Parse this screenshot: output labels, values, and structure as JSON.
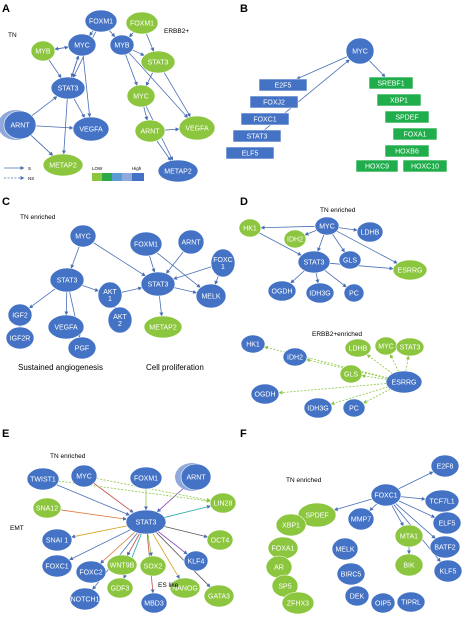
{
  "palette": {
    "blue": "#4472c4",
    "blue_light": "#8fa9dc",
    "green": "#8cc63f",
    "green_dark": "#1fae4b",
    "edge": "#4a6fb5",
    "edge_green": "#8cc63f"
  },
  "panels": [
    {
      "label": "A",
      "annotations": [
        {
          "id": "tn",
          "text": "TN"
        },
        {
          "id": "erbb2",
          "text": "ERBB2+"
        },
        {
          "id": "s",
          "text": "S"
        },
        {
          "id": "ns",
          "text": "NS"
        },
        {
          "id": "low",
          "text": "LOW"
        },
        {
          "id": "high",
          "text": "High"
        }
      ],
      "nodes": [
        {
          "id": "A_myb1",
          "label": "MYB",
          "color": "green"
        },
        {
          "id": "A_foxm1a",
          "label": "FOXM1",
          "color": "blue"
        },
        {
          "id": "A_myc1",
          "label": "MYC",
          "color": "blue"
        },
        {
          "id": "A_stat3a",
          "label": "STAT3",
          "color": "blue"
        },
        {
          "id": "A_arnt1",
          "label": "ARNT",
          "color": "blue"
        },
        {
          "id": "A_vegfa1",
          "label": "VEGFA",
          "color": "blue"
        },
        {
          "id": "A_metap2a",
          "label": "METAP2",
          "color": "green"
        },
        {
          "id": "A_foxm1b",
          "label": "FOXM1",
          "color": "green"
        },
        {
          "id": "A_myb2",
          "label": "MYB",
          "color": "blue"
        },
        {
          "id": "A_stat3b",
          "label": "STAT3",
          "color": "green"
        },
        {
          "id": "A_myc2",
          "label": "MYC",
          "color": "green"
        },
        {
          "id": "A_arnt2",
          "label": "ARNT",
          "color": "green"
        },
        {
          "id": "A_vegfa2",
          "label": "VEGFA",
          "color": "green"
        },
        {
          "id": "A_metap2b",
          "label": "METAP2",
          "color": "blue"
        }
      ]
    },
    {
      "label": "B",
      "nodes": [
        {
          "id": "B_myc",
          "label": "MYC",
          "color": "blue"
        },
        {
          "id": "B_e2f5",
          "label": "E2F5",
          "color": "blue"
        },
        {
          "id": "B_foxj2",
          "label": "FOXJ2",
          "color": "blue"
        },
        {
          "id": "B_foxc1",
          "label": "FOXC1",
          "color": "blue"
        },
        {
          "id": "B_stat3",
          "label": "STAT3",
          "color": "blue"
        },
        {
          "id": "B_elf5",
          "label": "ELF5",
          "color": "blue"
        },
        {
          "id": "B_srebf1",
          "label": "SREBF1",
          "color": "green_dark"
        },
        {
          "id": "B_xbp1",
          "label": "XBP1",
          "color": "green_dark"
        },
        {
          "id": "B_spdef",
          "label": "SPDEF",
          "color": "green_dark"
        },
        {
          "id": "B_foxa1",
          "label": "FOXA1",
          "color": "green_dark"
        },
        {
          "id": "B_hoxb6",
          "label": "HOXB6",
          "color": "green_dark"
        },
        {
          "id": "B_hoxc9",
          "label": "HOXC9",
          "color": "green_dark"
        },
        {
          "id": "B_hoxc10",
          "label": "HOXC10",
          "color": "green_dark"
        }
      ]
    },
    {
      "label": "C",
      "annotations": [
        {
          "id": "tn",
          "text": "TN enriched"
        },
        {
          "id": "angio",
          "text": "Sustained angiogenesis"
        },
        {
          "id": "prolif",
          "text": "Cell proliferation"
        }
      ],
      "nodes": [
        {
          "id": "C_myc",
          "label": "MYC",
          "color": "blue"
        },
        {
          "id": "C_stat3a",
          "label": "STAT3",
          "color": "blue"
        },
        {
          "id": "C_foxm1",
          "label": "FOXM1",
          "color": "blue"
        },
        {
          "id": "C_arnt",
          "label": "ARNT",
          "color": "blue"
        },
        {
          "id": "C_foxc1",
          "label": "FOXC 1",
          "color": "blue"
        },
        {
          "id": "C_akt1",
          "label": "AKT 1",
          "color": "blue"
        },
        {
          "id": "C_stat3b",
          "label": "STAT3",
          "color": "blue"
        },
        {
          "id": "C_melk",
          "label": "MELK",
          "color": "blue"
        },
        {
          "id": "C_akt2",
          "label": "AKT 2",
          "color": "blue"
        },
        {
          "id": "C_igf2",
          "label": "IGF2",
          "color": "blue"
        },
        {
          "id": "C_vegfa",
          "label": "VEGFA",
          "color": "blue"
        },
        {
          "id": "C_metap2",
          "label": "METAP2",
          "color": "green"
        },
        {
          "id": "C_igf2r",
          "label": "IGF2R",
          "color": "blue"
        },
        {
          "id": "C_pgf",
          "label": "PGF",
          "color": "blue"
        }
      ]
    },
    {
      "label": "D",
      "annotations": [
        {
          "id": "tn",
          "text": "TN enriched"
        },
        {
          "id": "erbb2",
          "text": "ERBB2+enriched"
        }
      ],
      "nodes": [
        {
          "id": "D_hk1a",
          "label": "HK1",
          "color": "green"
        },
        {
          "id": "D_myca",
          "label": "MYC",
          "color": "blue"
        },
        {
          "id": "D_idh2a",
          "label": "IDH2",
          "color": "green"
        },
        {
          "id": "D_ldhba",
          "label": "LDHB",
          "color": "blue"
        },
        {
          "id": "D_stat3",
          "label": "STAT3",
          "color": "blue"
        },
        {
          "id": "D_gls1",
          "label": "GLS",
          "color": "blue"
        },
        {
          "id": "D_esrrg1",
          "label": "ESRRG",
          "color": "green"
        },
        {
          "id": "D_ogdh1",
          "label": "OGDH",
          "color": "blue"
        },
        {
          "id": "D_idh3g1",
          "label": "IDH3G",
          "color": "blue"
        },
        {
          "id": "D_pc1",
          "label": "PC",
          "color": "blue"
        },
        {
          "id": "D_hk1b",
          "label": "HK1",
          "color": "blue"
        },
        {
          "id": "D_ldhbb",
          "label": "LDHB",
          "color": "green"
        },
        {
          "id": "D_mycb",
          "label": "MYC",
          "color": "green"
        },
        {
          "id": "D_stat3b",
          "label": "STAT3",
          "color": "green"
        },
        {
          "id": "D_idh2b",
          "label": "IDH2",
          "color": "blue"
        },
        {
          "id": "D_gls2",
          "label": "GLS",
          "color": "green"
        },
        {
          "id": "D_esrrg2",
          "label": "ESRRG",
          "color": "blue"
        },
        {
          "id": "D_ogdh2",
          "label": "OGDH",
          "color": "blue"
        },
        {
          "id": "D_idh3g2",
          "label": "IDH3G",
          "color": "blue"
        },
        {
          "id": "D_pc2",
          "label": "PC",
          "color": "blue"
        }
      ]
    },
    {
      "label": "E",
      "annotations": [
        {
          "id": "tn",
          "text": "TN enriched"
        },
        {
          "id": "emt",
          "text": "EMT"
        },
        {
          "id": "es",
          "text": "ES like"
        }
      ],
      "nodes": [
        {
          "id": "E_twist1",
          "label": "TWIST1",
          "color": "blue"
        },
        {
          "id": "E_myc",
          "label": "MYC",
          "color": "blue"
        },
        {
          "id": "E_foxm1",
          "label": "FOXM1",
          "color": "blue"
        },
        {
          "id": "E_arnt",
          "label": "ARNT",
          "color": "blue"
        },
        {
          "id": "E_sna12",
          "label": "SNA12",
          "color": "green"
        },
        {
          "id": "E_lin28",
          "label": "LIN28",
          "color": "green"
        },
        {
          "id": "E_stat3",
          "label": "STAT3",
          "color": "blue"
        },
        {
          "id": "E_snai1",
          "label": "SNAI 1",
          "color": "blue"
        },
        {
          "id": "E_oct4",
          "label": "OCT4",
          "color": "green"
        },
        {
          "id": "E_foxc1",
          "label": "FOXC1",
          "color": "blue"
        },
        {
          "id": "E_wnt9b",
          "label": "WNT9B",
          "color": "green"
        },
        {
          "id": "E_sox2",
          "label": "SOX2",
          "color": "green"
        },
        {
          "id": "E_klf4",
          "label": "KLF4",
          "color": "blue"
        },
        {
          "id": "E_foxc2",
          "label": "FOXC2",
          "color": "blue"
        },
        {
          "id": "E_gdf3",
          "label": "GDF3",
          "color": "green"
        },
        {
          "id": "E_nanog",
          "label": "NANOG",
          "color": "green"
        },
        {
          "id": "E_gata3",
          "label": "GATA3",
          "color": "green"
        },
        {
          "id": "E_notch1",
          "label": "NOTCH1",
          "color": "blue"
        },
        {
          "id": "E_mbd3",
          "label": "MBD3",
          "color": "blue"
        }
      ]
    },
    {
      "label": "F",
      "annotations": [
        {
          "id": "tn",
          "text": "TN enriched"
        }
      ],
      "nodes": [
        {
          "id": "F_e2f8",
          "label": "E2F8",
          "color": "blue"
        },
        {
          "id": "F_foxc1",
          "label": "FOXC1",
          "color": "blue"
        },
        {
          "id": "F_tcf7l1",
          "label": "TCF7L1",
          "color": "blue"
        },
        {
          "id": "F_spdef",
          "label": "SPDEF",
          "color": "green"
        },
        {
          "id": "F_mmp7",
          "label": "MMP7",
          "color": "blue"
        },
        {
          "id": "F_elf5",
          "label": "ELF5",
          "color": "blue"
        },
        {
          "id": "F_xbp1",
          "label": "XBP1",
          "color": "green"
        },
        {
          "id": "F_mta1",
          "label": "MTA1",
          "color": "green"
        },
        {
          "id": "F_melk",
          "label": "MELK",
          "color": "blue"
        },
        {
          "id": "F_foxa1",
          "label": "FOXA1",
          "color": "green"
        },
        {
          "id": "F_batf2",
          "label": "BATF2",
          "color": "blue"
        },
        {
          "id": "F_ar",
          "label": "AR",
          "color": "green"
        },
        {
          "id": "F_bik",
          "label": "BIK",
          "color": "green"
        },
        {
          "id": "F_birc5",
          "label": "BIRC5",
          "color": "blue"
        },
        {
          "id": "F_klf5",
          "label": "KLF5",
          "color": "blue"
        },
        {
          "id": "F_sp5",
          "label": "SP5",
          "color": "green"
        },
        {
          "id": "F_zfhx3",
          "label": "ZFHX3",
          "color": "green"
        },
        {
          "id": "F_dek",
          "label": "DEK",
          "color": "blue"
        },
        {
          "id": "F_oip5",
          "label": "OIP5",
          "color": "blue"
        },
        {
          "id": "F_tiprl",
          "label": "TIPRL",
          "color": "blue"
        }
      ]
    }
  ]
}
